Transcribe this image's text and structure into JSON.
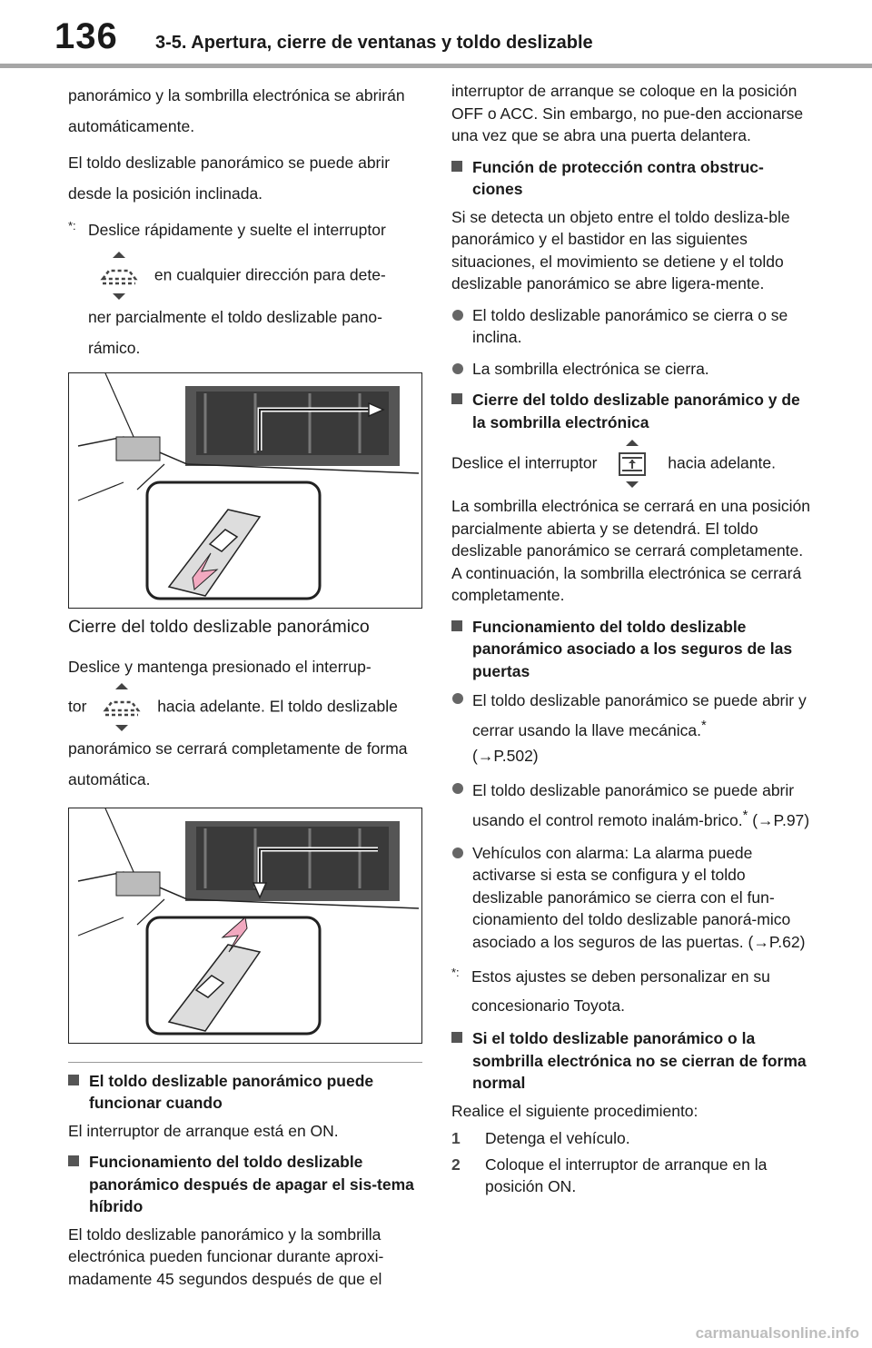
{
  "header": {
    "page_number": "136",
    "section_title": "3-5. Apertura, cierre de ventanas y toldo deslizable"
  },
  "left": {
    "p1": "panorámico y la sombrilla electrónica se abrirán automáticamente.",
    "p2": "El toldo deslizable panorámico se puede abrir desde la posición inclinada.",
    "note_star": "*:",
    "note_line1": "Deslice rápidamente y suelte el interruptor",
    "note_line2": "en cualquier dirección para dete-",
    "note_line3": "ner parcialmente el toldo deslizable pano-rámico.",
    "figure_caption": "Cierre del toldo deslizable panorámico",
    "close_p_line1": "Deslice y mantenga presionado el interrup-",
    "close_p_tor": "tor",
    "close_p_line2": "hacia adelante. El toldo deslizable",
    "close_p_line3": "panorámico se cerrará completamente de forma automática.",
    "h1": "El toldo deslizable panorámico puede funcionar cuando",
    "h1_text": "El interruptor de arranque está en ON.",
    "h2": "Funcionamiento del toldo deslizable panorámico después de apagar el sis-tema híbrido",
    "h2_text": "El toldo deslizable panorámico y la sombrilla electrónica pueden funcionar durante aproxi-madamente 45 segundos después de que el"
  },
  "right": {
    "p1": "interruptor de arranque se coloque en la posición OFF o ACC. Sin embargo, no pue-den accionarse una vez que se abra una puerta delantera.",
    "h1": "Función de protección contra obstruc-ciones",
    "h1_text": "Si se detecta un objeto entre el toldo desliza-ble panorámico y el bastidor en las siguientes situaciones, el movimiento se detiene y el toldo deslizable panorámico se abre ligera-mente.",
    "h1_bullet1": "El toldo deslizable panorámico se cierra o se inclina.",
    "h1_bullet2": "La sombrilla electrónica se cierra.",
    "h2": "Cierre del toldo deslizable panorámico y de la sombrilla electrónica",
    "h2_slide_a": "Deslice el interruptor",
    "h2_slide_b": "hacia adelante.",
    "h2_text": "La sombrilla electrónica se cerrará en una posición parcialmente abierta y se detendrá. El toldo deslizable panorámico se cerrará completamente. A continuación, la sombrilla electrónica se cerrará completamente.",
    "h3": "Funcionamiento del toldo deslizable panorámico asociado a los seguros de las puertas",
    "h3_bullet1_a": "El toldo deslizable panorámico se puede abrir y cerrar usando la llave mecánica.",
    "h3_bullet1_star": "*",
    "h3_bullet1_ref": "(→P.502)",
    "h3_bullet2_a": "El toldo deslizable panorámico se puede abrir usando el control remoto inalám-brico.",
    "h3_bullet2_star": "*",
    "h3_bullet2_ref": "(→P.97)",
    "h3_bullet3": "Vehículos con alarma: La alarma puede activarse si esta se configura y el toldo deslizable panorámico se cierra con el fun-cionamiento del toldo deslizable panorá-mico asociado a los seguros de las puertas. (→P.62)",
    "note_star": "*:",
    "note_text": "Estos ajustes se deben personalizar en su concesionario Toyota.",
    "h4": "Si el toldo deslizable panorámico o la sombrilla electrónica no se cierran de forma normal",
    "h4_text": "Realice el siguiente procedimiento:",
    "steps": [
      {
        "n": "1",
        "text": "Detenga el vehículo."
      },
      {
        "n": "2",
        "text": "Coloque el interruptor de arranque en la posición ON."
      }
    ]
  },
  "footer": {
    "watermark": "carmanualsonline.info"
  }
}
